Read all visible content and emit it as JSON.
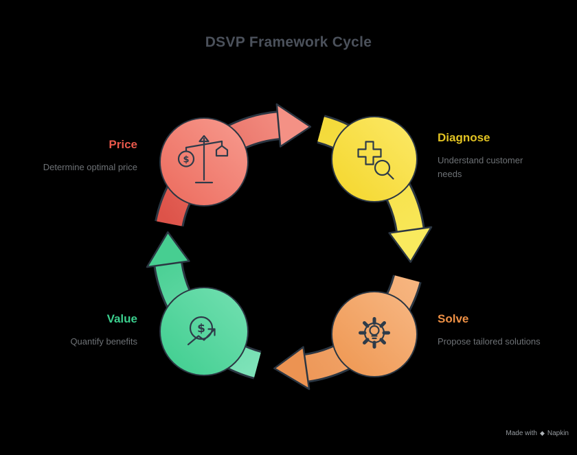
{
  "title": "DSVP Framework Cycle",
  "nodes": {
    "diagnose": {
      "label": "Diagnose",
      "description": "Understand customer needs",
      "label_color": "#e2c322",
      "circle_fill": "#f8e24b",
      "arrow_color": "#f7e247"
    },
    "solve": {
      "label": "Solve",
      "description": "Propose tailored solutions",
      "label_color": "#ee9045",
      "circle_fill": "#f3a96e",
      "arrow_color": "#efa05f"
    },
    "value": {
      "label": "Value",
      "description": "Quantify benefits",
      "label_color": "#3bcf8e",
      "circle_fill": "#5fd9a4",
      "arrow_color": "#5cd8a2"
    },
    "price": {
      "label": "Price",
      "description": "Determine optimal price",
      "label_color": "#e8584b",
      "circle_fill": "#f2837a",
      "arrow_color": "#e96a5e"
    }
  },
  "icons": {
    "price": "balance-scale-icon",
    "diagnose": "cross-magnifier-icon",
    "solve": "gear-lightbulb-icon",
    "value": "dollar-growth-icon",
    "dollar_glyph": "$"
  },
  "footer": {
    "made_with": "Made with",
    "logo": "◆",
    "brand": "Napkin"
  }
}
